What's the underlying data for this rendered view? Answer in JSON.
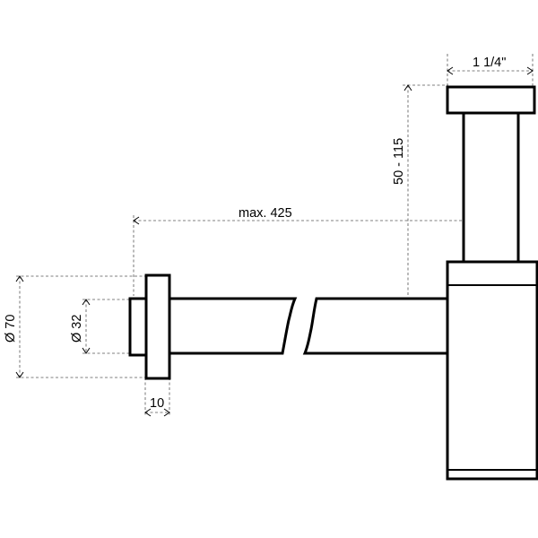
{
  "drawing": {
    "parts": {
      "wall_tube": "wall-tube",
      "wall_flange": "wall-flange",
      "pipe_left": "horizontal-pipe-left",
      "pipe_right": "horizontal-pipe-right",
      "inlet_cap": "inlet-cap",
      "vertical_tube": "vertical-tube",
      "trap_body": "trap-body"
    },
    "dimensions": {
      "inlet_width": "1 1/4\"",
      "height_range": "50 - 115",
      "max_length": "max. 425",
      "outer_diameter": "Ø 70",
      "inner_diameter": "Ø 32",
      "flange_thickness": "10"
    }
  }
}
